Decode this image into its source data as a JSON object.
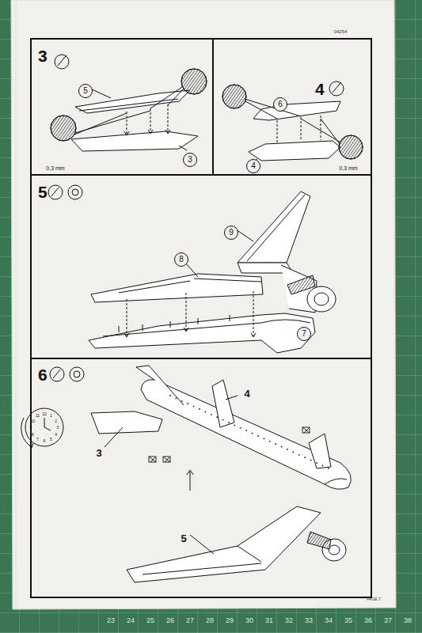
{
  "diagram": {
    "nodes": [
      {
        "text": [
          "3"
        ]
      },
      {
        "text": [
          "5"
        ],
        "in": 0
      },
      {
        "text": [
          "3"
        ],
        "in": 0
      },
      {
        "text": [
          "4"
        ]
      },
      {
        "text": [
          "6"
        ],
        "in": 3
      },
      {
        "text": [
          "4"
        ],
        "in": 3
      },
      {
        "text": [
          "5"
        ]
      },
      {
        "text": [
          "9"
        ],
        "in": 6
      },
      {
        "text": [
          "8"
        ],
        "in": 6
      },
      {
        "text": [
          "7"
        ],
        "in": 6
      },
      {
        "text": [
          "6"
        ]
      }
    ],
    "labels": [
      "04254",
      "0,3 mm",
      "0,3 mm",
      "3",
      "4",
      "5",
      "12",
      "1",
      "2",
      "3",
      "4",
      "5",
      "6",
      "7",
      "8",
      "9",
      "10",
      "11",
      "PAGE 7",
      "23",
      "24",
      "25",
      "26",
      "27",
      "28",
      "29",
      "30",
      "31",
      "32",
      "33",
      "34",
      "35",
      "36",
      "37",
      "38"
    ]
  }
}
